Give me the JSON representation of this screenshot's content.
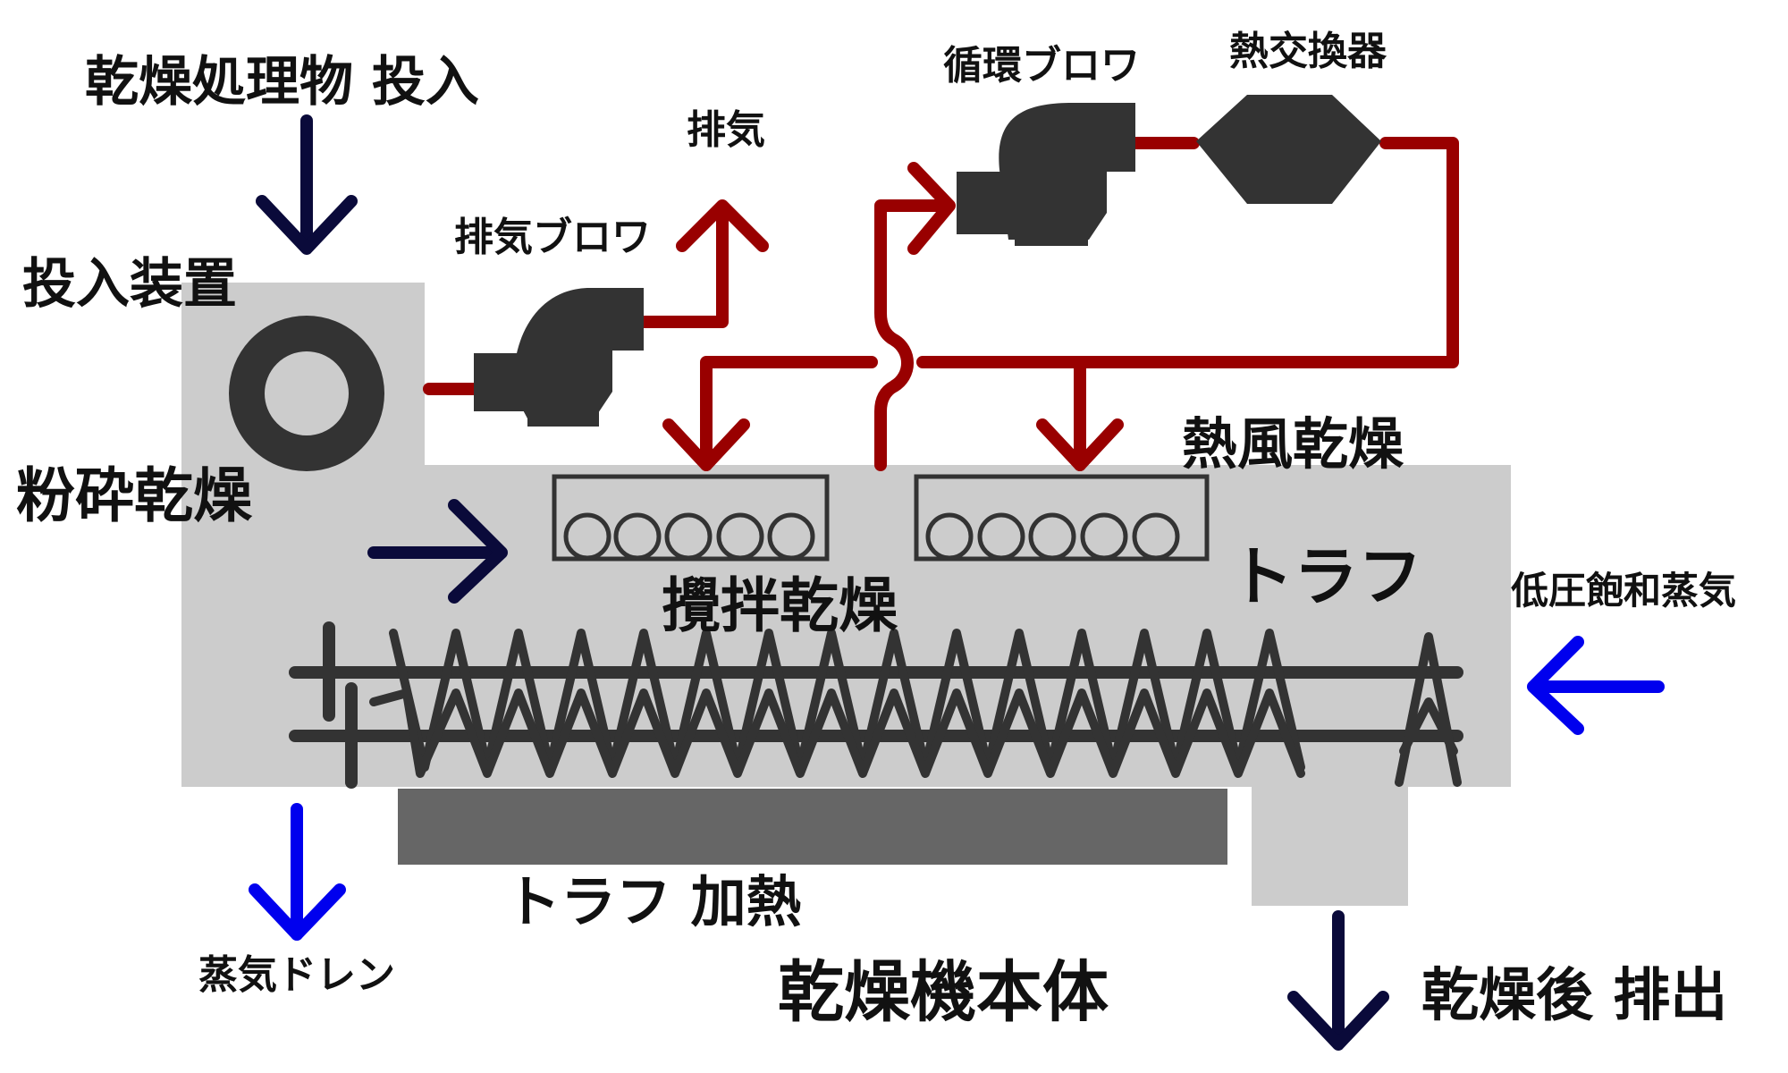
{
  "labels": {
    "feed_material": "乾燥処理物 投入",
    "feeder": "投入装置",
    "crush_dry": "粉砕乾燥",
    "exhaust": "排気",
    "exhaust_blower": "排気ブロワ",
    "circulation_blower": "循環ブロワ",
    "heat_exchanger": "熱交換器",
    "hot_air_dry": "熱風乾燥",
    "trough": "トラフ",
    "stir_dry": "攪拌乾燥",
    "low_pressure_steam": "低圧飽和蒸気",
    "trough_heating": "トラフ 加熱",
    "steam_drain": "蒸気ドレン",
    "dryer_body": "乾燥機本体",
    "discharge": "乾燥後 排出"
  },
  "colors": {
    "hot_air_pipe": "#990000",
    "feed_arrow": "#0a0a3a",
    "steam_arrow": "#0000ee",
    "machine": "#333333",
    "body": "#cccccc",
    "heater": "#666666"
  },
  "icons": {
    "feeder_rotor": "ring-icon",
    "blower": "blower-icon",
    "heat_exchanger": "hexagon-icon",
    "screw": "screw-conveyor-icon"
  }
}
